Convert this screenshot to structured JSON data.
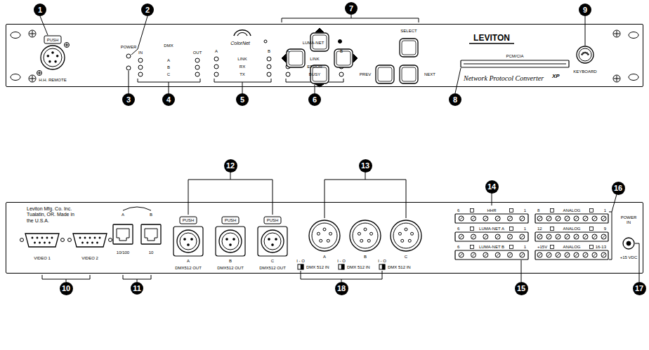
{
  "diagram": {
    "nodes": [
      {
        "text": [
          "PUSH",
          "H.H. REMOTE",
          "POWER",
          "DMX",
          "IN",
          "OUT",
          "A",
          "B",
          "C",
          "ColorNet",
          "A",
          "B",
          "LINK",
          "RX",
          "TX",
          "LUMA-NET",
          "A",
          "B",
          "LINK",
          "ERROR",
          "BUSY",
          "SELECT",
          "PREV",
          "NEXT",
          "LEVITON",
          "PCM/CIA",
          "Network Protocol Converter",
          "XP",
          "KEYBOARD"
        ]
      },
      {
        "text": [
          "Leviton Mfg. Co. Inc. Tualatin, OR. Made in the U.S.A.",
          "VIDEO 1",
          "VIDEO 2",
          "A",
          "B",
          "10/100",
          "10",
          "PUSH",
          "A",
          "DMX512 OUT",
          "PUSH",
          "B",
          "DMX512 OUT",
          "PUSH",
          "C",
          "DMX512 OUT",
          "A",
          "B",
          "C",
          "I - O",
          "DMX 512 IN",
          "I - O",
          "DMX 512 IN",
          "I - O",
          "DMX 512 IN",
          "6",
          "HHR",
          "1",
          "8",
          "ANALOG",
          "1",
          "6",
          "LUMA-NET A",
          "1",
          "12",
          "ANALOG",
          "9",
          "6",
          "LUMA-NET B",
          "1",
          "+15V",
          "ANALOG",
          "16-13",
          "POWER IN",
          "+15 VDC"
        ]
      },
      {
        "text": [
          "1"
        ]
      },
      {
        "text": [
          "2"
        ]
      },
      {
        "text": [
          "3"
        ]
      },
      {
        "text": [
          "4"
        ]
      },
      {
        "text": [
          "5"
        ]
      },
      {
        "text": [
          "6"
        ]
      },
      {
        "text": [
          "7"
        ]
      },
      {
        "text": [
          "8"
        ]
      },
      {
        "text": [
          "9"
        ]
      },
      {
        "text": [
          "10"
        ]
      },
      {
        "text": [
          "11"
        ]
      },
      {
        "text": [
          "12"
        ]
      },
      {
        "text": [
          "13"
        ]
      },
      {
        "text": [
          "14"
        ]
      },
      {
        "text": [
          "15"
        ]
      },
      {
        "text": [
          "16"
        ]
      },
      {
        "text": [
          "17"
        ]
      },
      {
        "text": [
          "18"
        ]
      }
    ]
  }
}
